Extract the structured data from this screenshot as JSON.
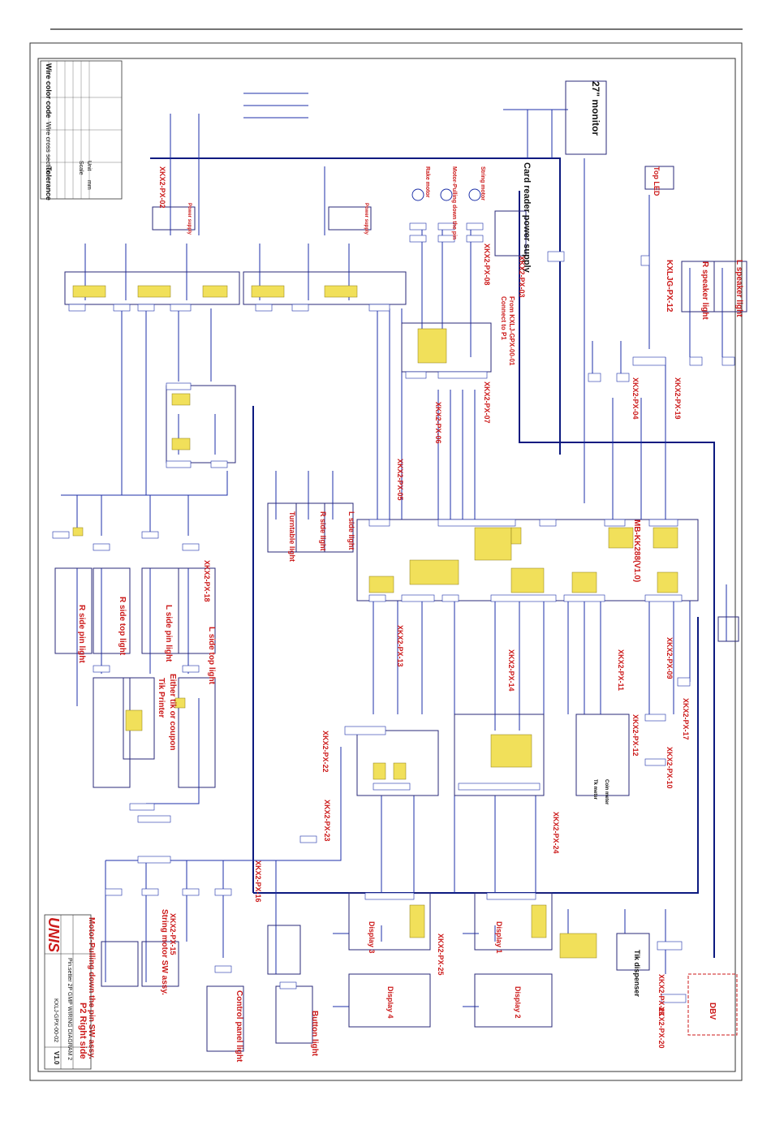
{
  "header": {
    "top_rule": ""
  },
  "colors": {
    "wire": "#1c2fa8",
    "wire_dark": "#0c1a80",
    "label_red": "#cc1a1a",
    "connector_yellow": "#f1e05a"
  },
  "title_block": {
    "company": "UNIS",
    "project": "Pin.setter 2P GMP WIRING DIAGRAM 2",
    "sheet": "P2 Right side",
    "drawing_no": "KXLJ-GPX-00-02",
    "version": "V1.0"
  },
  "tables": {
    "wire_color_code": "Wire color code",
    "wire_cross_section": "Wire cross section",
    "tolerance": "Tolerance",
    "unit": "Unit",
    "unit_value": "mm",
    "scale": "Scale"
  },
  "labels": {
    "monitor": "27\" monitor",
    "card_reader": "Card reader power supply",
    "top_led": "Top LED",
    "l_speaker_light": "L speaker light",
    "r_speaker_light": "R speaker light",
    "kxljg_px12": "KXLJG-PX-12",
    "power_supply_1": "Power supply",
    "power_supply_2": "Power supply",
    "rake_motor": "Rake motor",
    "motor_pulling": "Motor-Pulling down the pin",
    "string_motor": "String motor",
    "mainboard": "MB-KK288(V1.0)",
    "from_kxlj": "From KXLJ-GPX-00-01",
    "connect_p1": "Connect to P1",
    "l_side_light": "L side light",
    "r_side_light": "R side light",
    "turntable_light": "Turntable light",
    "l_side_top_light": "L side top light",
    "r_side_top_light": "R side top light",
    "l_side_pin_light": "L side pin light",
    "r_side_pin_light": "R side pin light",
    "either_tik": "Either tik or coupon",
    "tik_printer": "Tik Printer",
    "display_1": "Display 1",
    "display_2": "Display 2",
    "display_3": "Display 3",
    "display_4": "Display 4",
    "tik_dispenser": "Tik dispenser",
    "dbv": "DBV",
    "control_panel_light": "Control panel light",
    "button_light": "Button light",
    "motor_pulling_sw": "Motor-Pulling down the pin SW assy.",
    "string_motor_sw": "String motor SW assy.",
    "coin_meter": "Coin meter",
    "tk_meter": "Tk meter"
  },
  "px_labels": [
    "XKX2-PX-02",
    "XKX2-PX-08",
    "XKX2-PX-03",
    "XKX2-PX-07",
    "XKX2-PX-06",
    "XKX2-PX-05",
    "XKX2-PX-04",
    "XKX2-PX-19",
    "XKX2-PX-18",
    "XKX2-PX-13",
    "XKX2-PX-14",
    "XKX2-PX-11",
    "XKX2-PX-09",
    "XKX2-PX-17",
    "XKX2-PX-12",
    "XKX2-PX-10",
    "XKX2-PX-22",
    "XKX2-PX-23",
    "XKX2-PX-24",
    "XKX2-PX-25",
    "XKX2-PX-16",
    "XKX2-PX-15",
    "XKX2-PX-21",
    "XKX2-PX-20"
  ]
}
